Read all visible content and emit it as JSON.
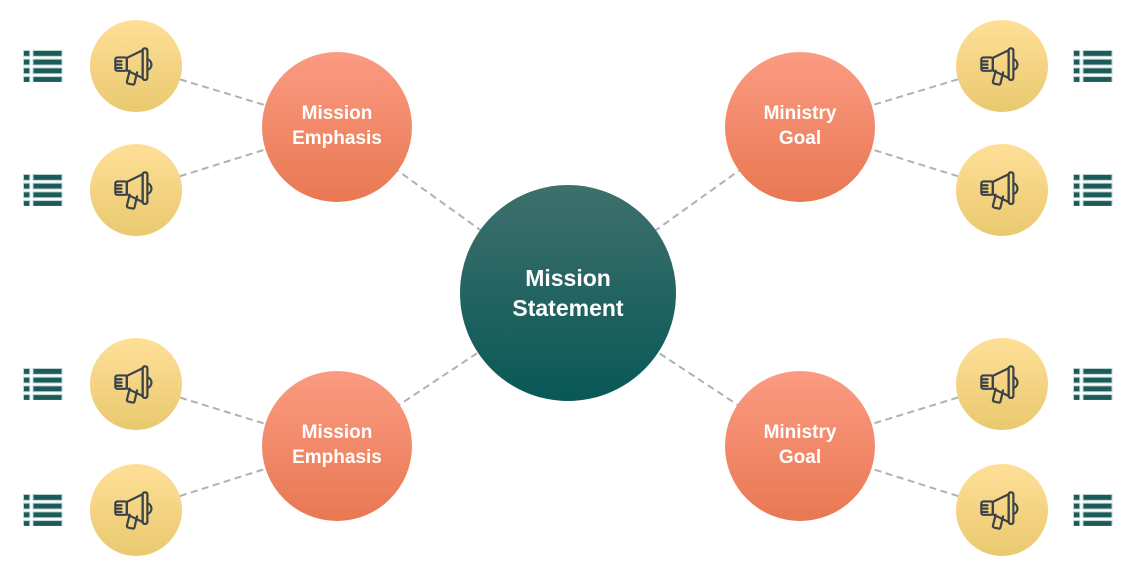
{
  "colors": {
    "background": "#ffffff",
    "teal_light": "#3f706d",
    "teal_dark": "#085856",
    "coral_light": "#fb9b82",
    "coral_dark": "#e87852",
    "yellow_light": "#ffdf97",
    "yellow_dark": "#e9c96f",
    "connector": "#b1b1b1",
    "icon_stroke": "#3b4349",
    "list_icon_fill": "#1b5b59",
    "list_icon_outline": "#bdd3d0",
    "node_text": "#ffffff"
  },
  "center": {
    "label": "Mission Statement"
  },
  "branches": [
    {
      "position": "top-left",
      "label": "Mission Emphasis",
      "leaves": [
        {
          "icon": "megaphone-icon",
          "note_icon": "list-icon"
        },
        {
          "icon": "megaphone-icon",
          "note_icon": "list-icon"
        }
      ]
    },
    {
      "position": "top-right",
      "label": "Ministry Goal",
      "leaves": [
        {
          "icon": "megaphone-icon",
          "note_icon": "list-icon"
        },
        {
          "icon": "megaphone-icon",
          "note_icon": "list-icon"
        }
      ]
    },
    {
      "position": "bottom-left",
      "label": "Mission Emphasis",
      "leaves": [
        {
          "icon": "megaphone-icon",
          "note_icon": "list-icon"
        },
        {
          "icon": "megaphone-icon",
          "note_icon": "list-icon"
        }
      ]
    },
    {
      "position": "bottom-right",
      "label": "Ministry Goal",
      "leaves": [
        {
          "icon": "megaphone-icon",
          "note_icon": "list-icon"
        },
        {
          "icon": "megaphone-icon",
          "note_icon": "list-icon"
        }
      ]
    }
  ]
}
